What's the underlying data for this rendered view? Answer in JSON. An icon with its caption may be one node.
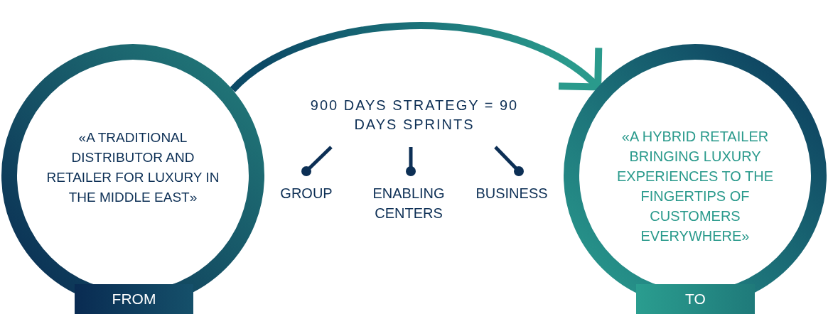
{
  "diagram": {
    "nodes": [
      {
        "text": [
          "«A TRADITIONAL DISTRIBUTOR AND RETAILER FOR LUXURY IN THE MIDDLE EAST»",
          "FROM"
        ]
      },
      {
        "text": [
          "«A HYBRID RETAILER BRINGING LUXURY EXPERIENCES TO THE FINGERTIPS OF CUSTOMERS EVERYWHERE»",
          "TO"
        ]
      },
      {
        "text": [
          "900 DAYS STRATEGY = 90 DAYS SPRINTS"
        ]
      },
      {
        "text": [
          "GROUP"
        ]
      },
      {
        "text": [
          "ENABLING CENTERS"
        ]
      },
      {
        "text": [
          "BUSINESS"
        ]
      }
    ],
    "edges": [
      {
        "from": 0,
        "to": 1,
        "arrow": "to",
        "style": "thick"
      },
      {
        "from": 2,
        "to": 3,
        "arrow": "other"
      },
      {
        "from": 2,
        "to": 4,
        "arrow": "other"
      },
      {
        "from": 2,
        "to": 5,
        "arrow": "other"
      }
    ]
  }
}
